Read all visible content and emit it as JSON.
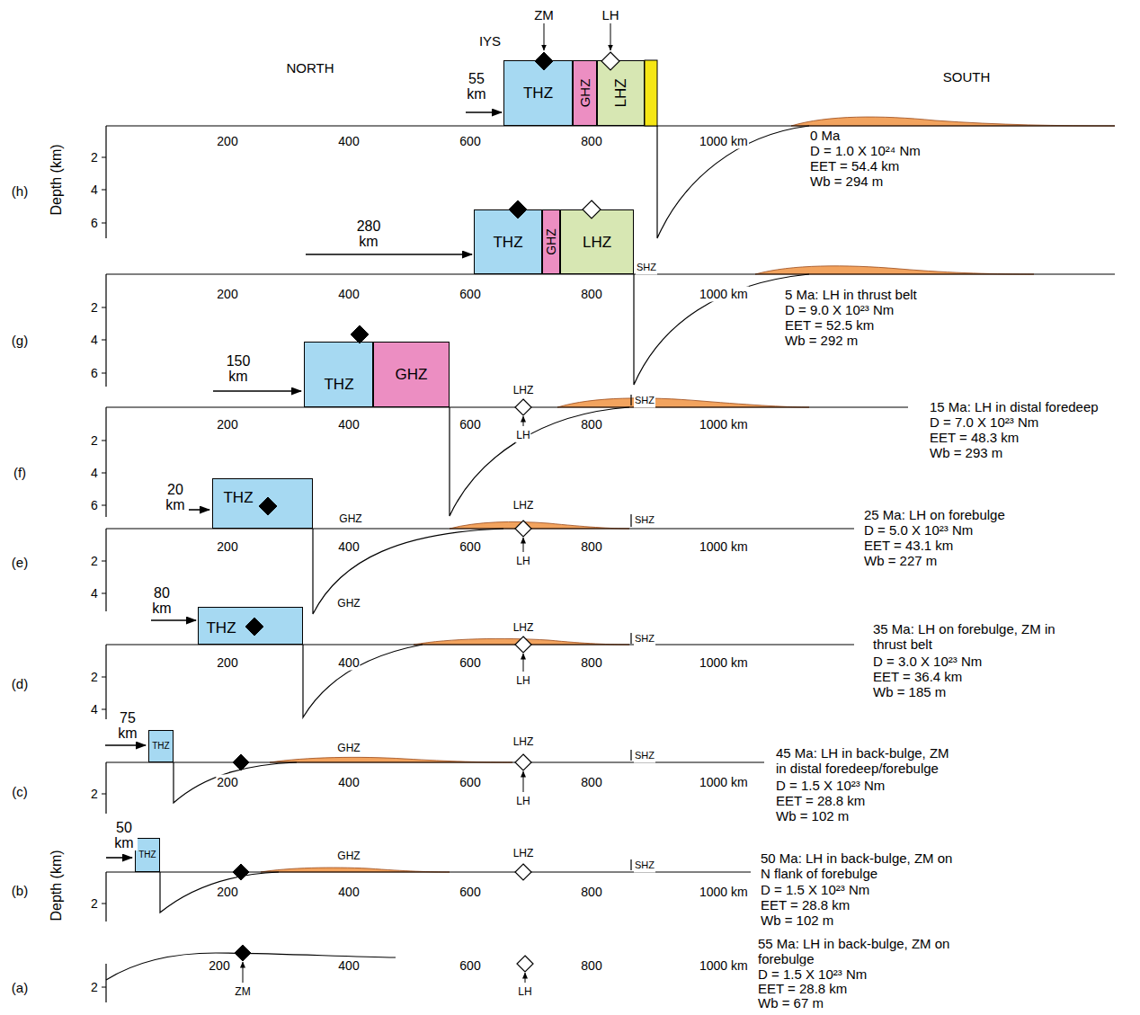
{
  "diagram": {
    "nodes": [
      {
        "text": [
          "THZ"
        ]
      },
      {
        "text": [
          "GHZ"
        ]
      },
      {
        "text": [
          "LHZ"
        ]
      },
      {
        "text": [
          "THZ"
        ]
      },
      {
        "text": [
          "GHZ"
        ]
      },
      {
        "text": [
          "LHZ"
        ]
      },
      {
        "text": [
          "THZ"
        ]
      },
      {
        "text": [
          "GHZ"
        ]
      },
      {
        "text": [
          "THZ"
        ]
      },
      {
        "text": [
          "THZ"
        ]
      },
      {
        "text": [
          "THZ"
        ]
      },
      {
        "text": [
          "THZ"
        ]
      }
    ],
    "labels": [
      "ZM",
      "LH",
      "IYS",
      "NORTH",
      "SOUTH",
      "55 km",
      "200",
      "400",
      "600",
      "800",
      "1000 km",
      "0 Ma",
      "D = 1.0 X 10²⁴ Nm",
      "EET = 54.4 km",
      "Wb = 294 m",
      "2",
      "4",
      "6",
      "Depth (km)",
      "(h)",
      "280 km",
      "SHZ",
      "200",
      "400",
      "600",
      "800",
      "1000 km",
      "5 Ma: LH in thrust belt",
      "D = 9.0 X 10²³ Nm",
      "EET = 52.5 km",
      "Wb = 292 m",
      "2",
      "4",
      "6",
      "(g)",
      "150 km",
      "LHZ",
      "LH",
      "SHZ",
      "200",
      "400",
      "600",
      "800",
      "1000 km",
      "15 Ma: LH in distal foredeep",
      "D = 7.0 X 10²³ Nm",
      "EET = 48.3 km",
      "Wb = 293 m",
      "2",
      "4",
      "6",
      "(f)",
      "20 km",
      "GHZ",
      "LHZ",
      "LH",
      "SHZ",
      "200",
      "400",
      "600",
      "800",
      "1000 km",
      "25 Ma: LH on forebulge",
      "D = 5.0 X 10²³ Nm",
      "EET = 43.1 km",
      "Wb = 227 m",
      "2",
      "4",
      "(e)",
      "80 km",
      "GHZ",
      "LHZ",
      "LH",
      "SHZ",
      "200",
      "400",
      "600",
      "800",
      "1000 km",
      "35 Ma: LH on forebulge, ZM in thrust belt",
      "D = 3.0 X 10²³ Nm",
      "EET = 36.4 km",
      "Wb = 185 m",
      "2",
      "4",
      "(d)",
      "75 km",
      "GHZ",
      "LHZ",
      "LH",
      "SHZ",
      "200",
      "400",
      "600",
      "800",
      "1000 km",
      "45 Ma: LH in back-bulge, ZM in distal foredeep/forebulge",
      "D = 1.5 X 10²³ Nm",
      "EET = 28.8 km",
      "Wb = 102 m",
      "2",
      "(c)",
      "50 km",
      "GHZ",
      "LHZ",
      "SHZ",
      "200",
      "400",
      "600",
      "800",
      "1000 km",
      "50 Ma: LH in back-bulge, ZM on N flank of forebulge",
      "D = 1.5 X 10²³ Nm",
      "EET = 28.8 km",
      "Wb = 102 m",
      "2",
      "Depth (km)",
      "(b)",
      "ZM",
      "LH",
      "200",
      "400",
      "600",
      "800",
      "1000 km",
      "55 Ma: LH in back-bulge, ZM on forebulge",
      "D = 1.5 X 10²³ Nm",
      "EET = 28.8 km",
      "Wb = 67 m",
      "2",
      "(a)"
    ]
  }
}
